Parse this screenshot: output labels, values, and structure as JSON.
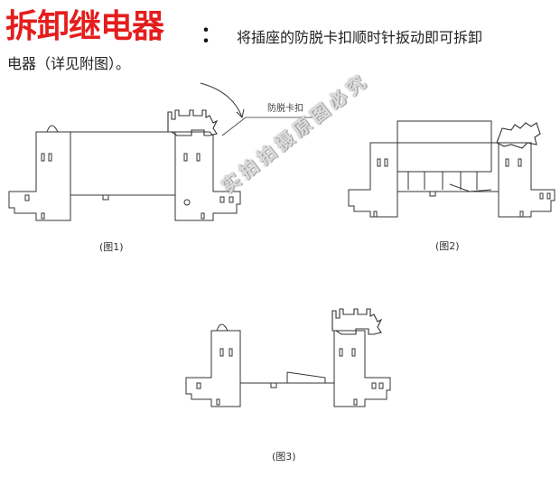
{
  "heading": {
    "title": "拆卸继电器",
    "colon": "：",
    "description_line1": "将插座的防脱卡扣顺时针扳动即可拆卸",
    "description_line2": "电器（详见附图）。"
  },
  "figures": {
    "callout_label": "防脱卡扣",
    "caption_1": "(图1)",
    "caption_2": "(图2)",
    "caption_3": "(图3)"
  },
  "watermark": "实拍拍摄原图必究"
}
